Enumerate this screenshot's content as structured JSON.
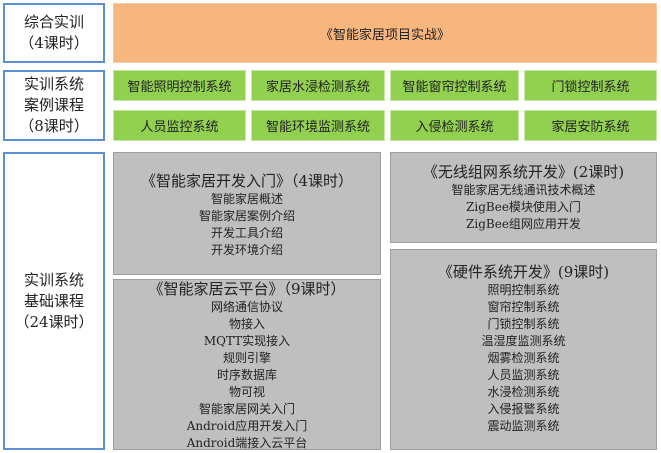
{
  "rows": [
    {
      "label": [
        "综合实训",
        "（4课时）"
      ]
    },
    {
      "label": [
        "实训系统",
        "案例课程",
        "（8课时）"
      ]
    },
    {
      "label": [
        "实训系统",
        "基础课程",
        "（24课时）"
      ]
    }
  ],
  "comprehensive": "《智能家居项目实战》",
  "cases": [
    "智能照明控制系统",
    "家居水浸检测系统",
    "智能窗帘控制系统",
    "门锁控制系统",
    "人员监控系统",
    "智能环境监测系统",
    "入侵检测系统",
    "家居安防系统"
  ],
  "courses": [
    {
      "title": "《智能家居开发入门》（4课时）",
      "items": [
        "智能家居概述",
        "智能家居案例介绍",
        "开发工具介绍",
        "开发环境介绍"
      ]
    },
    {
      "title": "《智能家居云平台》（9课时）",
      "items": [
        "网络通信协议",
        "物接入",
        "MQTT实现接入",
        "规则引擎",
        "时序数据库",
        "物可视",
        "智能家居网关入门",
        "Android应用开发入门",
        "Android端接入云平台"
      ]
    },
    {
      "title": "《无线组网系统开发》(2课时)",
      "items": [
        "智能家居无线通讯技术概述",
        "ZigBee模块使用入门",
        "ZigBee组网应用开发"
      ]
    },
    {
      "title": "《硬件系统开发》(9课时)",
      "items": [
        "照明控制系统",
        "窗帘控制系统",
        "门锁控制系统",
        "温湿度监测系统",
        "烟雾检测系统",
        "人员监测系统",
        "水浸检测系统",
        "入侵报警系统",
        "震动监测系统"
      ]
    }
  ]
}
